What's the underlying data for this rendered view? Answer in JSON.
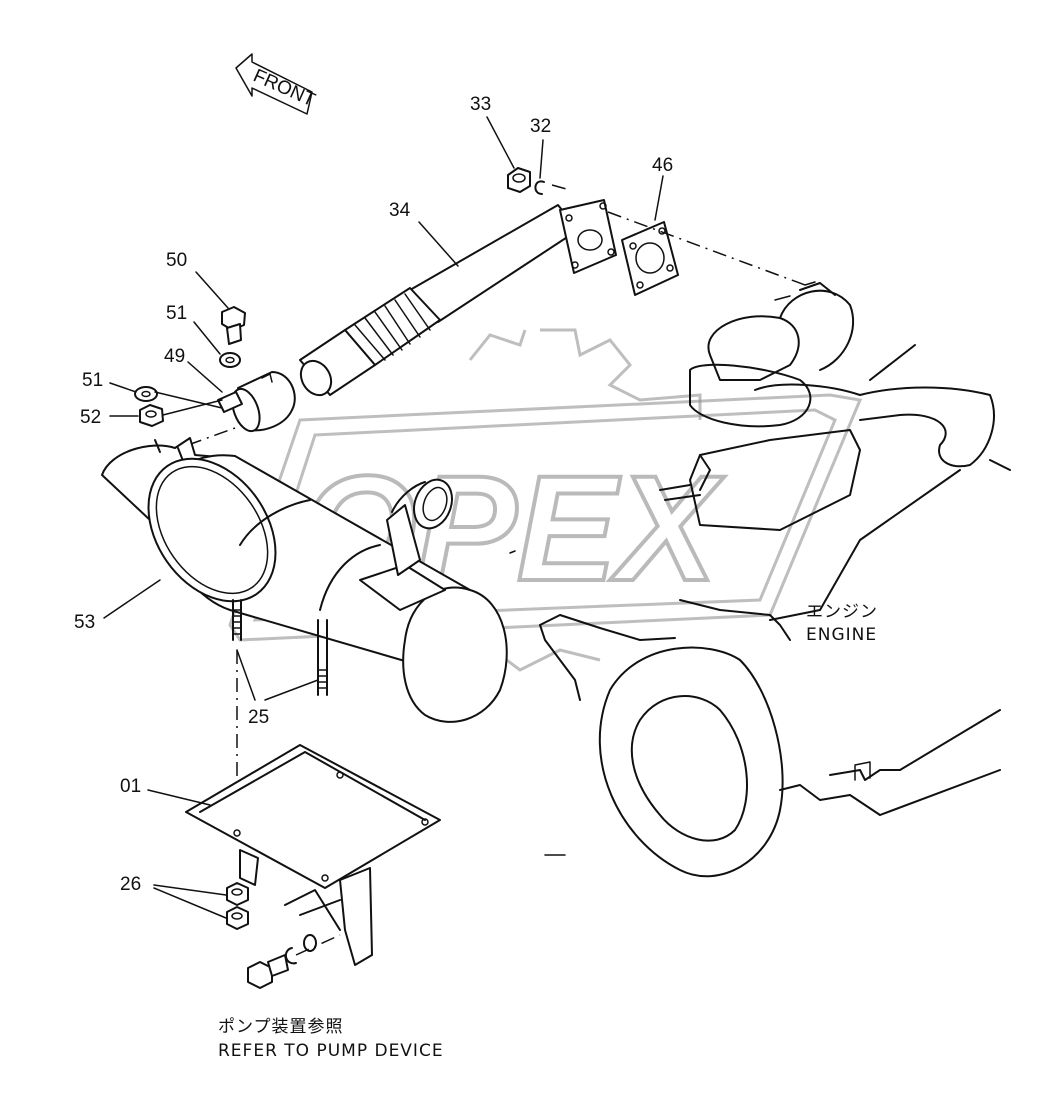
{
  "direction_label": "FRONT",
  "watermark": "OPEX",
  "part_numbers": {
    "p01": "01",
    "p25": "25",
    "p26": "26",
    "p32": "32",
    "p33": "33",
    "p34": "34",
    "p46": "46",
    "p49": "49",
    "p50": "50",
    "p51a": "51",
    "p51b": "51",
    "p52": "52",
    "p53": "53"
  },
  "engine_label": {
    "jp": "エンジン",
    "en": "ENGINE"
  },
  "pump_note": {
    "jp": "ポンプ装置参照",
    "en": "REFER TO PUMP DEVICE"
  }
}
